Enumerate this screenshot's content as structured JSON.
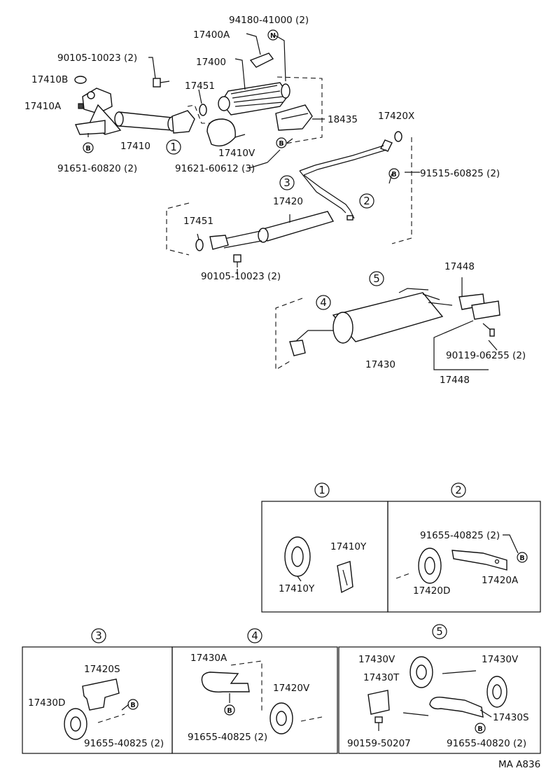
{
  "callouts": {
    "c94180": "94180-41000 (2)",
    "c17400A": "17400A",
    "c90105_top": "90105-10023 (2)",
    "c17400": "17400",
    "c17410B": "17410B",
    "c17451_top": "17451",
    "c17410A": "17410A",
    "c18435": "18435",
    "c17420X": "17420X",
    "c17410": "17410",
    "c17410V": "17410V",
    "c91651": "91651-60820 (2)",
    "c91621": "91621-60612 (3)",
    "c91515": "91515-60825 (2)",
    "c17420": "17420",
    "c17451_mid": "17451",
    "c90105_mid": "90105-10023 (2)",
    "c17448_top": "17448",
    "c17430": "17430",
    "c90119": "90119-06255 (2)",
    "c17448_bot": "17448",
    "b1_17410Y_a": "17410Y",
    "b1_17410Y_b": "17410Y",
    "b2_91655": "91655-40825 (2)",
    "b2_17420D": "17420D",
    "b2_17420A": "17420A",
    "b3_17420S": "17420S",
    "b3_17430D": "17430D",
    "b3_91655": "91655-40825 (2)",
    "b4_17430A": "17430A",
    "b4_17420V": "17420V",
    "b4_91655": "91655-40825 (2)",
    "b5_17430V_a": "17430V",
    "b5_17430V_b": "17430V",
    "b5_17430T": "17430T",
    "b5_17430S": "17430S",
    "b5_90159": "90159-50207",
    "b5_91655": "91655-40820 (2)"
  },
  "markers": {
    "m1": "1",
    "m2": "2",
    "m3": "3",
    "m4": "4",
    "m5": "5",
    "box1": "1",
    "box2": "2",
    "box3": "3",
    "box4": "4",
    "box5": "5",
    "n_symbol": "N",
    "b_symbol": "B"
  },
  "footer": {
    "code": "MA A836"
  }
}
